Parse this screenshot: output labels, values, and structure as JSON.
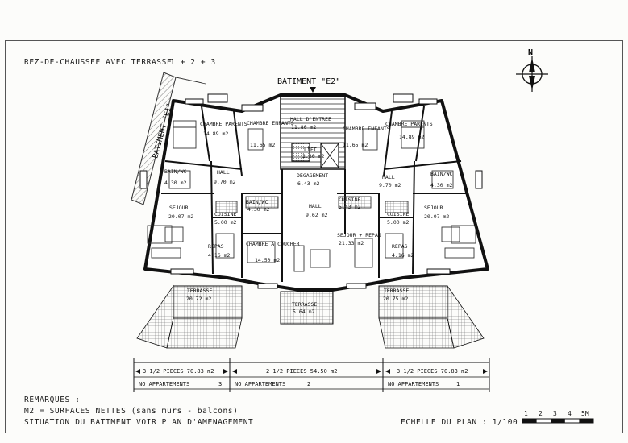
{
  "header": {
    "title": "REZ-DE-CHAUSSEE AVEC TERRASSE",
    "apartments": "1 + 2 + 3"
  },
  "buildings": {
    "main": "BATIMENT \"E2\"",
    "adjacent": "BATIMENT \"E1\""
  },
  "compass": {
    "north": "N"
  },
  "rooms": {
    "left": {
      "chambre_parents": "CHAMBRE PARENTS",
      "chambre_parents_area": "14.89 m2",
      "chambre_enfants": "CHAMBRE ENFANTS",
      "chambre_enfants_area": "11.65 m2",
      "bain": "BAIN/WC",
      "bain_area": "4.30 m2",
      "hall": "HALL",
      "hall_area": "9.70 m2",
      "sejour": "SEJOUR",
      "sejour_area": "20.07 m2",
      "cuisine": "CUISINE",
      "cuisine_area": "5.00 m2",
      "repas": "REPAS",
      "repas_area": "4.16 m2",
      "terrasse": "TERRASSE",
      "terrasse_area": "20.72 m2"
    },
    "center": {
      "hall_entree": "HALL D'ENTREE",
      "hall_entree_area": "11.80 m2",
      "lift": "LIFT",
      "lift_area": "2.30 m2",
      "degagement": "DEGAGEMENT",
      "degagement_area": "6.43 m2",
      "bain": "BAIN/WC",
      "bain_area": "4.30 m2",
      "hall": "HALL",
      "hall_area": "9.62 m2",
      "cuisine": "CUISINE",
      "cuisine_area": "5.43 m2",
      "chambre": "CHAMBRE A COUCHER",
      "chambre_area": "14.50 m2",
      "sejour": "SEJOUR + REPAS",
      "sejour_area": "21.33 m2",
      "terrasse": "TERRASSE",
      "terrasse_area": "5.64 m2"
    },
    "right": {
      "chambre_enfants": "CHAMBRE ENFANTS",
      "chambre_enfants_area": "11.65 m2",
      "chambre_parents": "CHAMBRE PARENTS",
      "chambre_parents_area": "14.89 m2",
      "hall": "HALL",
      "hall_area": "9.70 m2",
      "bain": "BAIN/WC",
      "bain_area": "4.30 m2",
      "cuisine": "CUISINE",
      "cuisine_area": "5.00 m2",
      "sejour": "SEJOUR",
      "sejour_area": "20.07 m2",
      "repas": "REPAS",
      "repas_area": "4.16 m2",
      "terrasse": "TERRASSE",
      "terrasse_area": "20.75 m2"
    }
  },
  "units": [
    {
      "type": "3 1/2 PIECES 70.83 m2",
      "number_label": "NO APPARTEMENTS",
      "number": "3"
    },
    {
      "type": "2 1/2 PIECES 54.50 m2",
      "number_label": "NO APPARTEMENTS",
      "number": "2"
    },
    {
      "type": "3 1/2 PIECES 70.83 m2",
      "number_label": "NO APPARTEMENTS",
      "number": "1"
    }
  ],
  "remarks": {
    "title": "REMARQUES :",
    "line1": "M2 = SURFACES NETTES (sans murs - balcons)",
    "line2": "SITUATION DU BATIMENT VOIR PLAN D'AMENAGEMENT"
  },
  "scale": {
    "label": "ECHELLE DU PLAN : 1/100",
    "ticks": [
      "1",
      "2",
      "3",
      "4",
      "5M"
    ]
  }
}
